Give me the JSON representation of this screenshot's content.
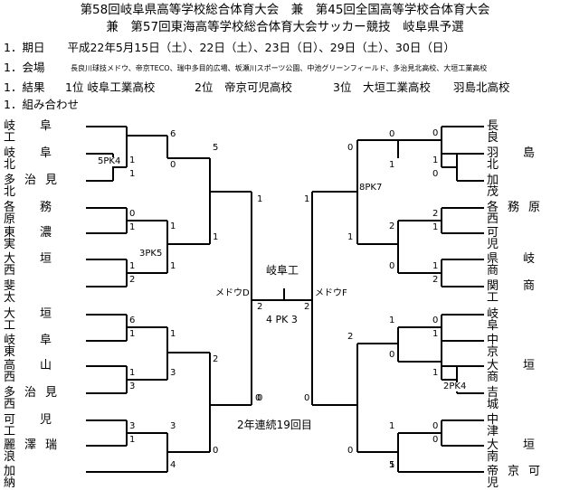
{
  "header": {
    "line1": "第58回岐阜県高等学校総合体育大会　兼　第45回全国高等学校合体育大会",
    "line2": "兼　第57回東海高等学校総合体育大会サッカー競技　岐阜県予選"
  },
  "info": {
    "period": "1．期日　　平成22年5月15日（土）、22日（土）、23日（日）、29日（土）、30日（日）",
    "venue_label": "1．会場",
    "venue_detail": "長良川球技メドウ、帝京TECO、瑞中多目的広場、坂瀬川スポーツ公園、中池グリーンフィールド、多治見北高校、大垣工業高校",
    "result_label": "1．結果",
    "result_1": "1位 岐阜工業高校",
    "result_2": "2位　帝京可児高校",
    "result_3": "3位　大垣工業高校　　羽島北高校",
    "draw_label": "1．組み合わせ"
  },
  "teams_left": [
    "岐阜工",
    "岐阜北",
    "多治見北",
    "各務原",
    "東濃実",
    "大垣西",
    "斐太",
    "大垣工",
    "岐阜東",
    "高山西",
    "多治見西",
    "可児工",
    "麗澤瑞浪",
    "加納"
  ],
  "teams_right": [
    "長良",
    "羽島北",
    "加茂",
    "各務原西",
    "可児",
    "県岐商",
    "関商工",
    "岐阜",
    "中京",
    "大垣商",
    "吉城",
    "中津",
    "大垣南",
    "帝京可児"
  ],
  "scores": {
    "l1": [
      "1",
      "1",
      "0",
      "1",
      "1",
      "2",
      "6",
      "1",
      "1",
      "3",
      "3",
      "1",
      "4"
    ],
    "l2": [
      "6",
      "0",
      "1",
      "1",
      "1",
      "3",
      "3",
      "0"
    ],
    "l3": [
      "5",
      "1",
      "2",
      "0"
    ],
    "l4": [
      "1",
      "2",
      "0"
    ],
    "r1": [
      "0",
      "1",
      "0",
      "2",
      "1",
      "1",
      "2",
      "0",
      "1",
      "1",
      "0",
      "0",
      "1"
    ],
    "r2": [
      "0",
      "1",
      "2",
      "0",
      "1",
      "0",
      "1",
      "0"
    ],
    "r3": [
      "0",
      "1",
      "2",
      "5"
    ],
    "r4": [
      "1",
      "2",
      "0"
    ]
  },
  "pk": {
    "left_a": "5PK4",
    "left_b": "3PK5",
    "right_a": "8PK7",
    "right_b": "2PK4",
    "final": "4 PK 3"
  },
  "final": {
    "champion": "岐阜工",
    "left_venue": "メドウD",
    "right_venue": "メドウF",
    "record": "2年連続19回目"
  }
}
